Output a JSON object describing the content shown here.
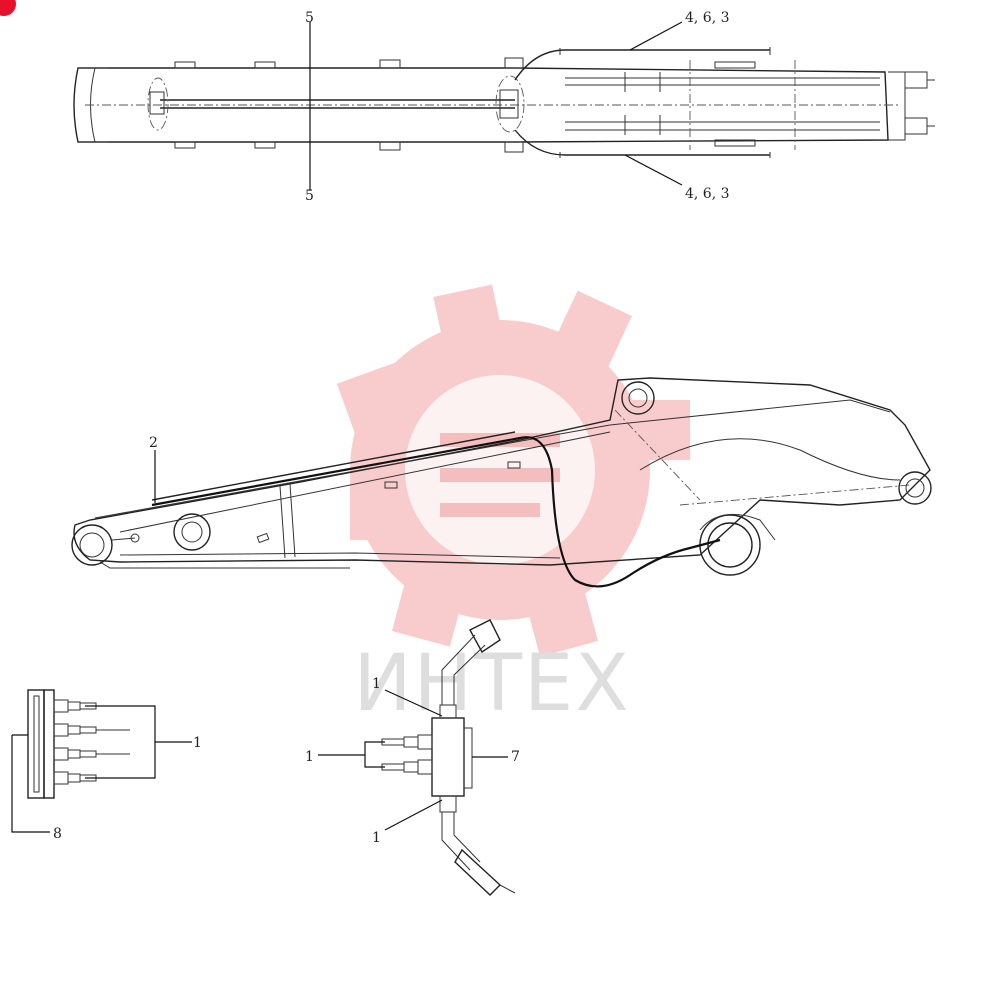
{
  "labels": {
    "top_5_a": "5",
    "top_5_b": "5",
    "top_463_a": "4, 6, 3",
    "top_463_b": "4, 6, 3",
    "side_2": "2",
    "left_1": "1",
    "left_8": "8",
    "right_1_top": "1",
    "right_1_left": "1",
    "right_1_bottom": "1",
    "right_7": "7"
  },
  "watermark": {
    "text": "ИНТЕХ",
    "color": "#f4b3b3"
  },
  "colors": {
    "corner_badge": "#e8102a",
    "line": "#222222"
  }
}
